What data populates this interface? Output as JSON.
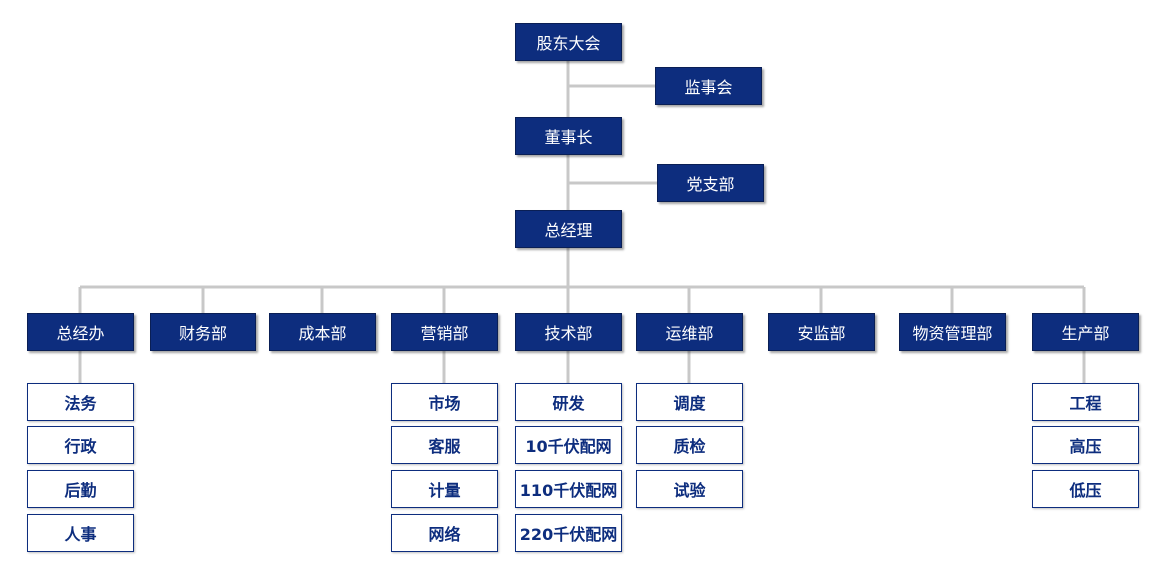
{
  "top": {
    "shareholders": "股东大会",
    "supervisors": "监事会",
    "chairman": "董事长",
    "party": "党支部",
    "gm": "总经理"
  },
  "departments": [
    {
      "name": "总经办",
      "children": [
        "法务",
        "行政",
        "后勤",
        "人事"
      ]
    },
    {
      "name": "财务部",
      "children": []
    },
    {
      "name": "成本部",
      "children": []
    },
    {
      "name": "营销部",
      "children": [
        "市场",
        "客服",
        "计量",
        "网络"
      ]
    },
    {
      "name": "技术部",
      "children": [
        "研发",
        "10千伏配网",
        "110千伏配网",
        "220千伏配网"
      ]
    },
    {
      "name": "运维部",
      "children": [
        "调度",
        "质检",
        "试验"
      ]
    },
    {
      "name": "安监部",
      "children": []
    },
    {
      "name": "物资管理部",
      "children": []
    },
    {
      "name": "生产部",
      "children": [
        "工程",
        "高压",
        "低压"
      ]
    }
  ],
  "colors": {
    "box_fill": "#0d2d7e",
    "box_text": "#ffffff",
    "connector": "#cccccc"
  }
}
